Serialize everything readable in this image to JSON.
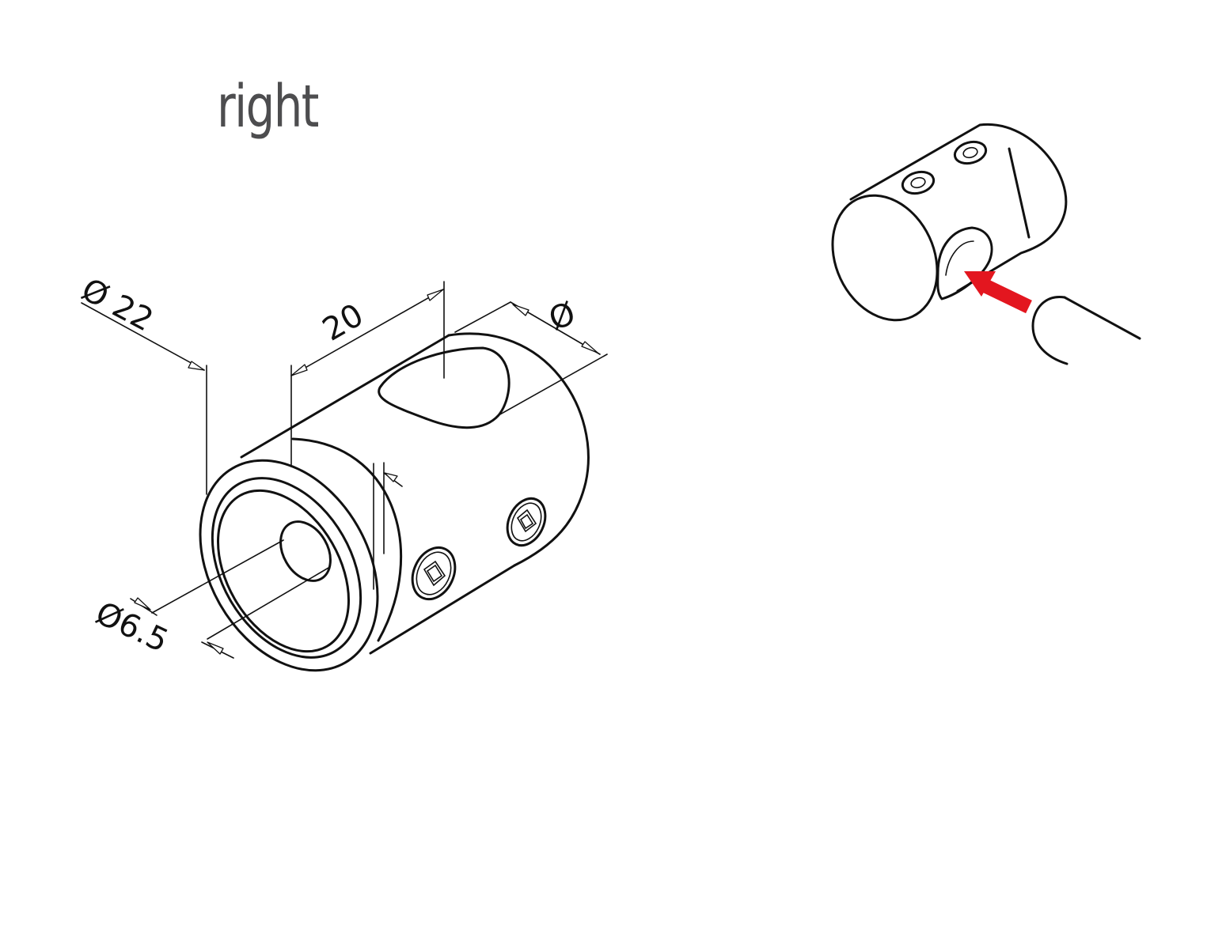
{
  "title": "right",
  "dimensions": {
    "diameter_outer": "Ø 22",
    "length": "20",
    "diameter_cross": "Ø",
    "diameter_bore": "Ø6.5"
  },
  "colors": {
    "line": "#111111",
    "title": "#4d4d4f",
    "arrow": "#e3161f"
  }
}
